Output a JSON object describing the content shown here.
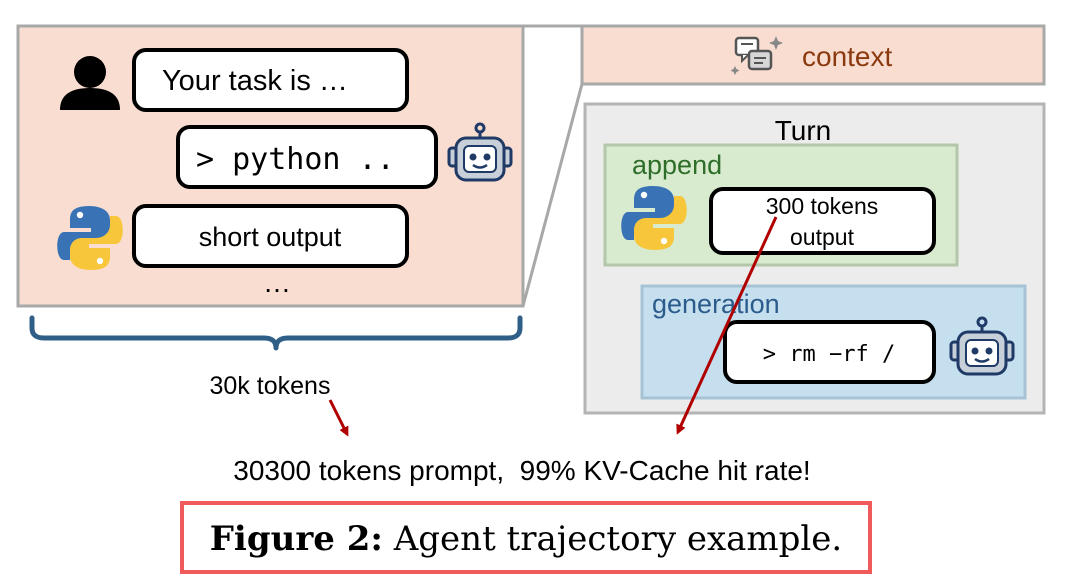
{
  "conversation": {
    "user_message": "Your task is …",
    "agent_command": "> python ..",
    "tool_output": "short output",
    "more": "…",
    "brace_label": "30k tokens"
  },
  "context": {
    "label": "context"
  },
  "turn": {
    "title": "Turn",
    "append": {
      "label": "append",
      "output_line1": "300 tokens",
      "output_line2": "output"
    },
    "generation": {
      "label": "generation",
      "command": "> rm −rf /"
    }
  },
  "summary": "30300 tokens prompt,  99% KV-Cache hit rate!",
  "caption": {
    "label": "Figure 2:",
    "text": " Agent trajectory example."
  },
  "colors": {
    "conversation_fill": "#f8ddd0",
    "context_fill": "#f8ddd0",
    "turn_fill": "#ececec",
    "append_fill": "#d8ebcf",
    "generation_fill": "#c5dfee",
    "brace": "#2f5f86",
    "arrow": "#b00000",
    "context_text": "#8b3a0f",
    "append_text": "#2f6e2a",
    "generation_text": "#2c5c8c",
    "caption_border": "#f05a5a",
    "python_blue": "#3a73b5",
    "python_yellow": "#f7c63b"
  },
  "icons": [
    "user-icon",
    "robot-icon",
    "python-icon",
    "context-icon"
  ]
}
